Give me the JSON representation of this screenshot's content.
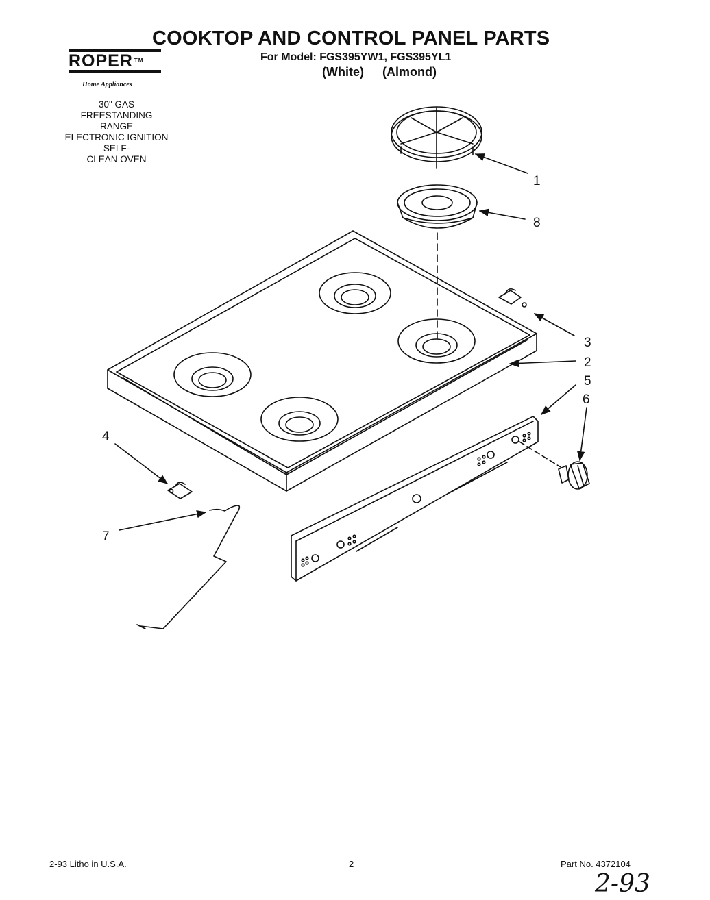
{
  "header": {
    "title": "COOKTOP AND CONTROL PANEL PARTS",
    "model_line": "For Model: FGS395YW1, FGS395YL1",
    "variants": [
      "(White)",
      "(Almond)"
    ]
  },
  "brand": {
    "logo_text": "ROPER",
    "trademark": "TM",
    "tagline": "Home Appliances"
  },
  "product_description": [
    "30\" GAS",
    "FREESTANDING",
    "RANGE",
    "ELECTRONIC IGNITION",
    "SELF-",
    "CLEAN OVEN"
  ],
  "callouts": [
    "1",
    "8",
    "3",
    "2",
    "5",
    "6",
    "4",
    "7"
  ],
  "footer": {
    "print_info": "2-93  Litho in U.S.A.",
    "page_number": "2",
    "part_number": "Part No. 4372104",
    "handwritten_date": "2-93"
  },
  "colors": {
    "ink": "#111111",
    "paper": "#ffffff"
  }
}
